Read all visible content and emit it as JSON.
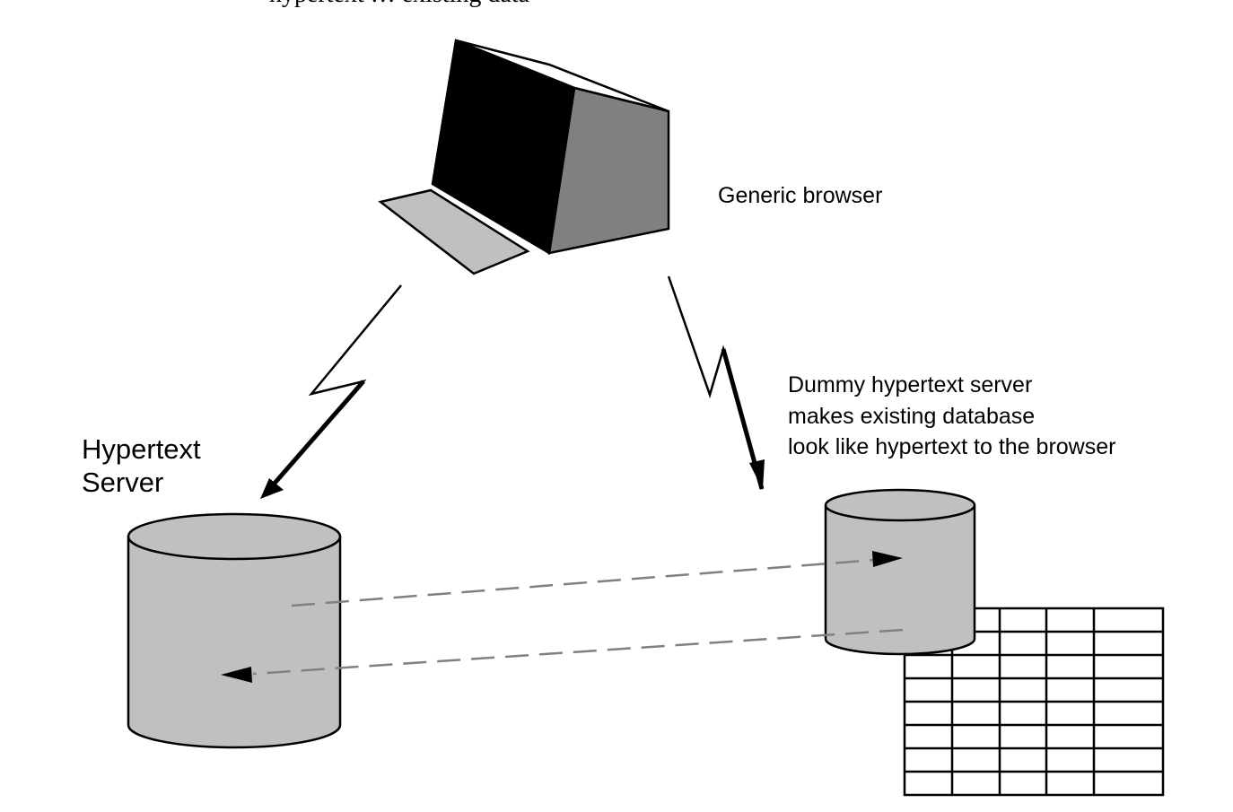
{
  "caption_fragment": "hypertext … existing data",
  "labels": {
    "generic_browser": "Generic browser",
    "hypertext_server": [
      "Hypertext",
      "Server"
    ],
    "dummy_server": [
      "Dummy hypertext server",
      "makes existing database",
      "look like hypertext to the browser"
    ]
  },
  "colors": {
    "cylinder_fill": "#c0c0c0",
    "computer_screen": "#000000",
    "computer_side": "#808080",
    "keyboard": "#c0c0c0",
    "dashed_arrow": "#808080"
  }
}
